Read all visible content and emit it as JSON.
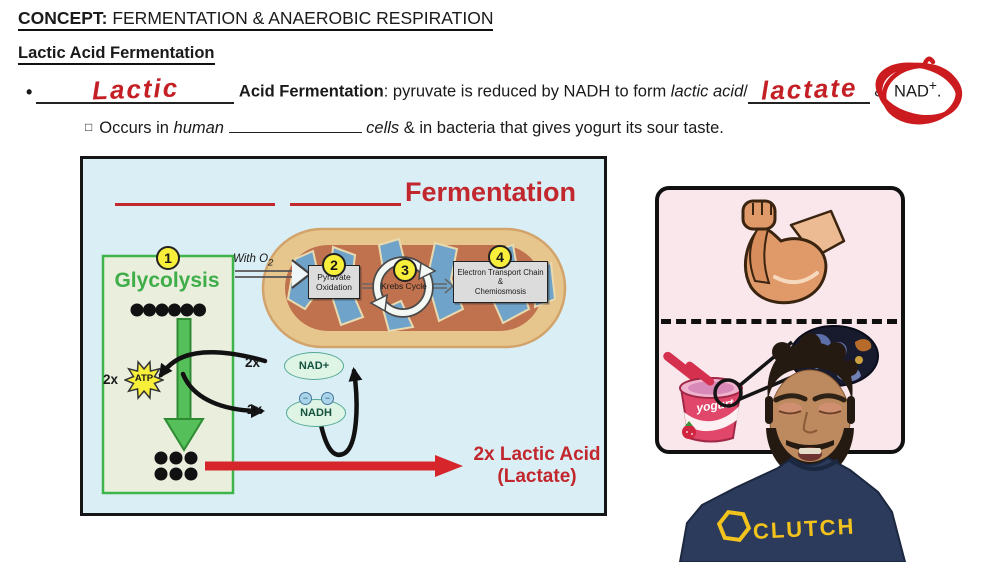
{
  "header": {
    "label": "CONCEPT:",
    "title": " FERMENTATION & ANAEROBIC RESPIRATION"
  },
  "section": {
    "title": "Lactic Acid Fermentation"
  },
  "definition": {
    "bullet": "•",
    "blank1_handwritten": "Lactic",
    "term": "Acid Fermentation",
    "colon_text": ": pyruvate is reduced by NADH to form ",
    "italic_product": "lactic acid",
    "slash": "/",
    "blank2_handwritten": "lactate",
    "ampersand": " & ",
    "nad_label": "NAD",
    "nad_superscript": "+",
    "period": "."
  },
  "sub_bullet": {
    "marker": "□",
    "text_pre": "Occurs in ",
    "italic_human": "human",
    "italic_cells": "cells",
    "text_post": " & in bacteria that gives yogurt its sour taste."
  },
  "diagram": {
    "title": "Fermentation",
    "glycolysis": {
      "step_num": "1",
      "label": "Glycolysis"
    },
    "with_o2": {
      "text": "With O",
      "sub": "2"
    },
    "pyruvate_oxidation": {
      "step_num": "2",
      "line1": "Pyruvate",
      "line2": "Oxidation"
    },
    "krebs": {
      "step_num": "3",
      "label": "Krebs Cycle"
    },
    "etc": {
      "step_num": "4",
      "line1": "Electron Transport Chain",
      "line2": "&",
      "line3": "Chemiosmosis"
    },
    "atp": {
      "count": "2x",
      "label": "ATP"
    },
    "nad_plus": {
      "count": "2x",
      "label": "NAD+"
    },
    "nadh": {
      "count": "2x",
      "label": "NADH",
      "electron_sign": "−"
    },
    "product": {
      "line1": "2x Lactic Acid",
      "line2": "(Lactate)"
    }
  },
  "side_panel": {
    "top_icon": "flexed-bicep",
    "bottom_icon": "yogurt-cup",
    "inset_icon": "bacteria-micrograph",
    "yogurt_label": "yogurt"
  },
  "instructor": {
    "shirt_logo_text": "CLUTCH"
  },
  "colors": {
    "accent_red": "#c41f24",
    "diagram_red": "#c1272d",
    "glycolysis_green": "#3fae49",
    "step_badge_yellow": "#f7ef3a",
    "diagram_bg": "#daeef6",
    "panel_pink": "#f9e7ec",
    "shirt_navy": "#2c3b5c",
    "logo_yellow": "#f2c21d"
  }
}
